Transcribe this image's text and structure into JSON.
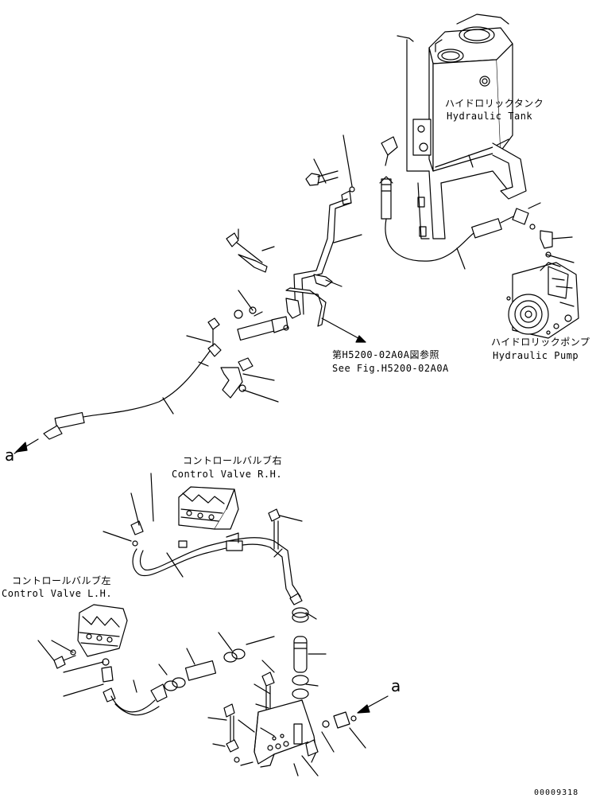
{
  "labels": {
    "tank_jp": "ハイドロリックタンク",
    "tank_en": "Hydraulic Tank",
    "pump_jp": "ハイドロリックポンプ",
    "pump_en": "Hydraulic Pump",
    "ref_jp": "第H5200-02A0A図参照",
    "ref_en": "See Fig.H5200-02A0A",
    "cvr_jp": "コントロールバルブ右",
    "cvr_en": "Control Valve R.H.",
    "cvl_jp": "コントロールバルブ左",
    "cvl_en": "Control Valve L.H.",
    "mark_a_left": "a",
    "mark_a_right": "a",
    "code": "00009318"
  }
}
